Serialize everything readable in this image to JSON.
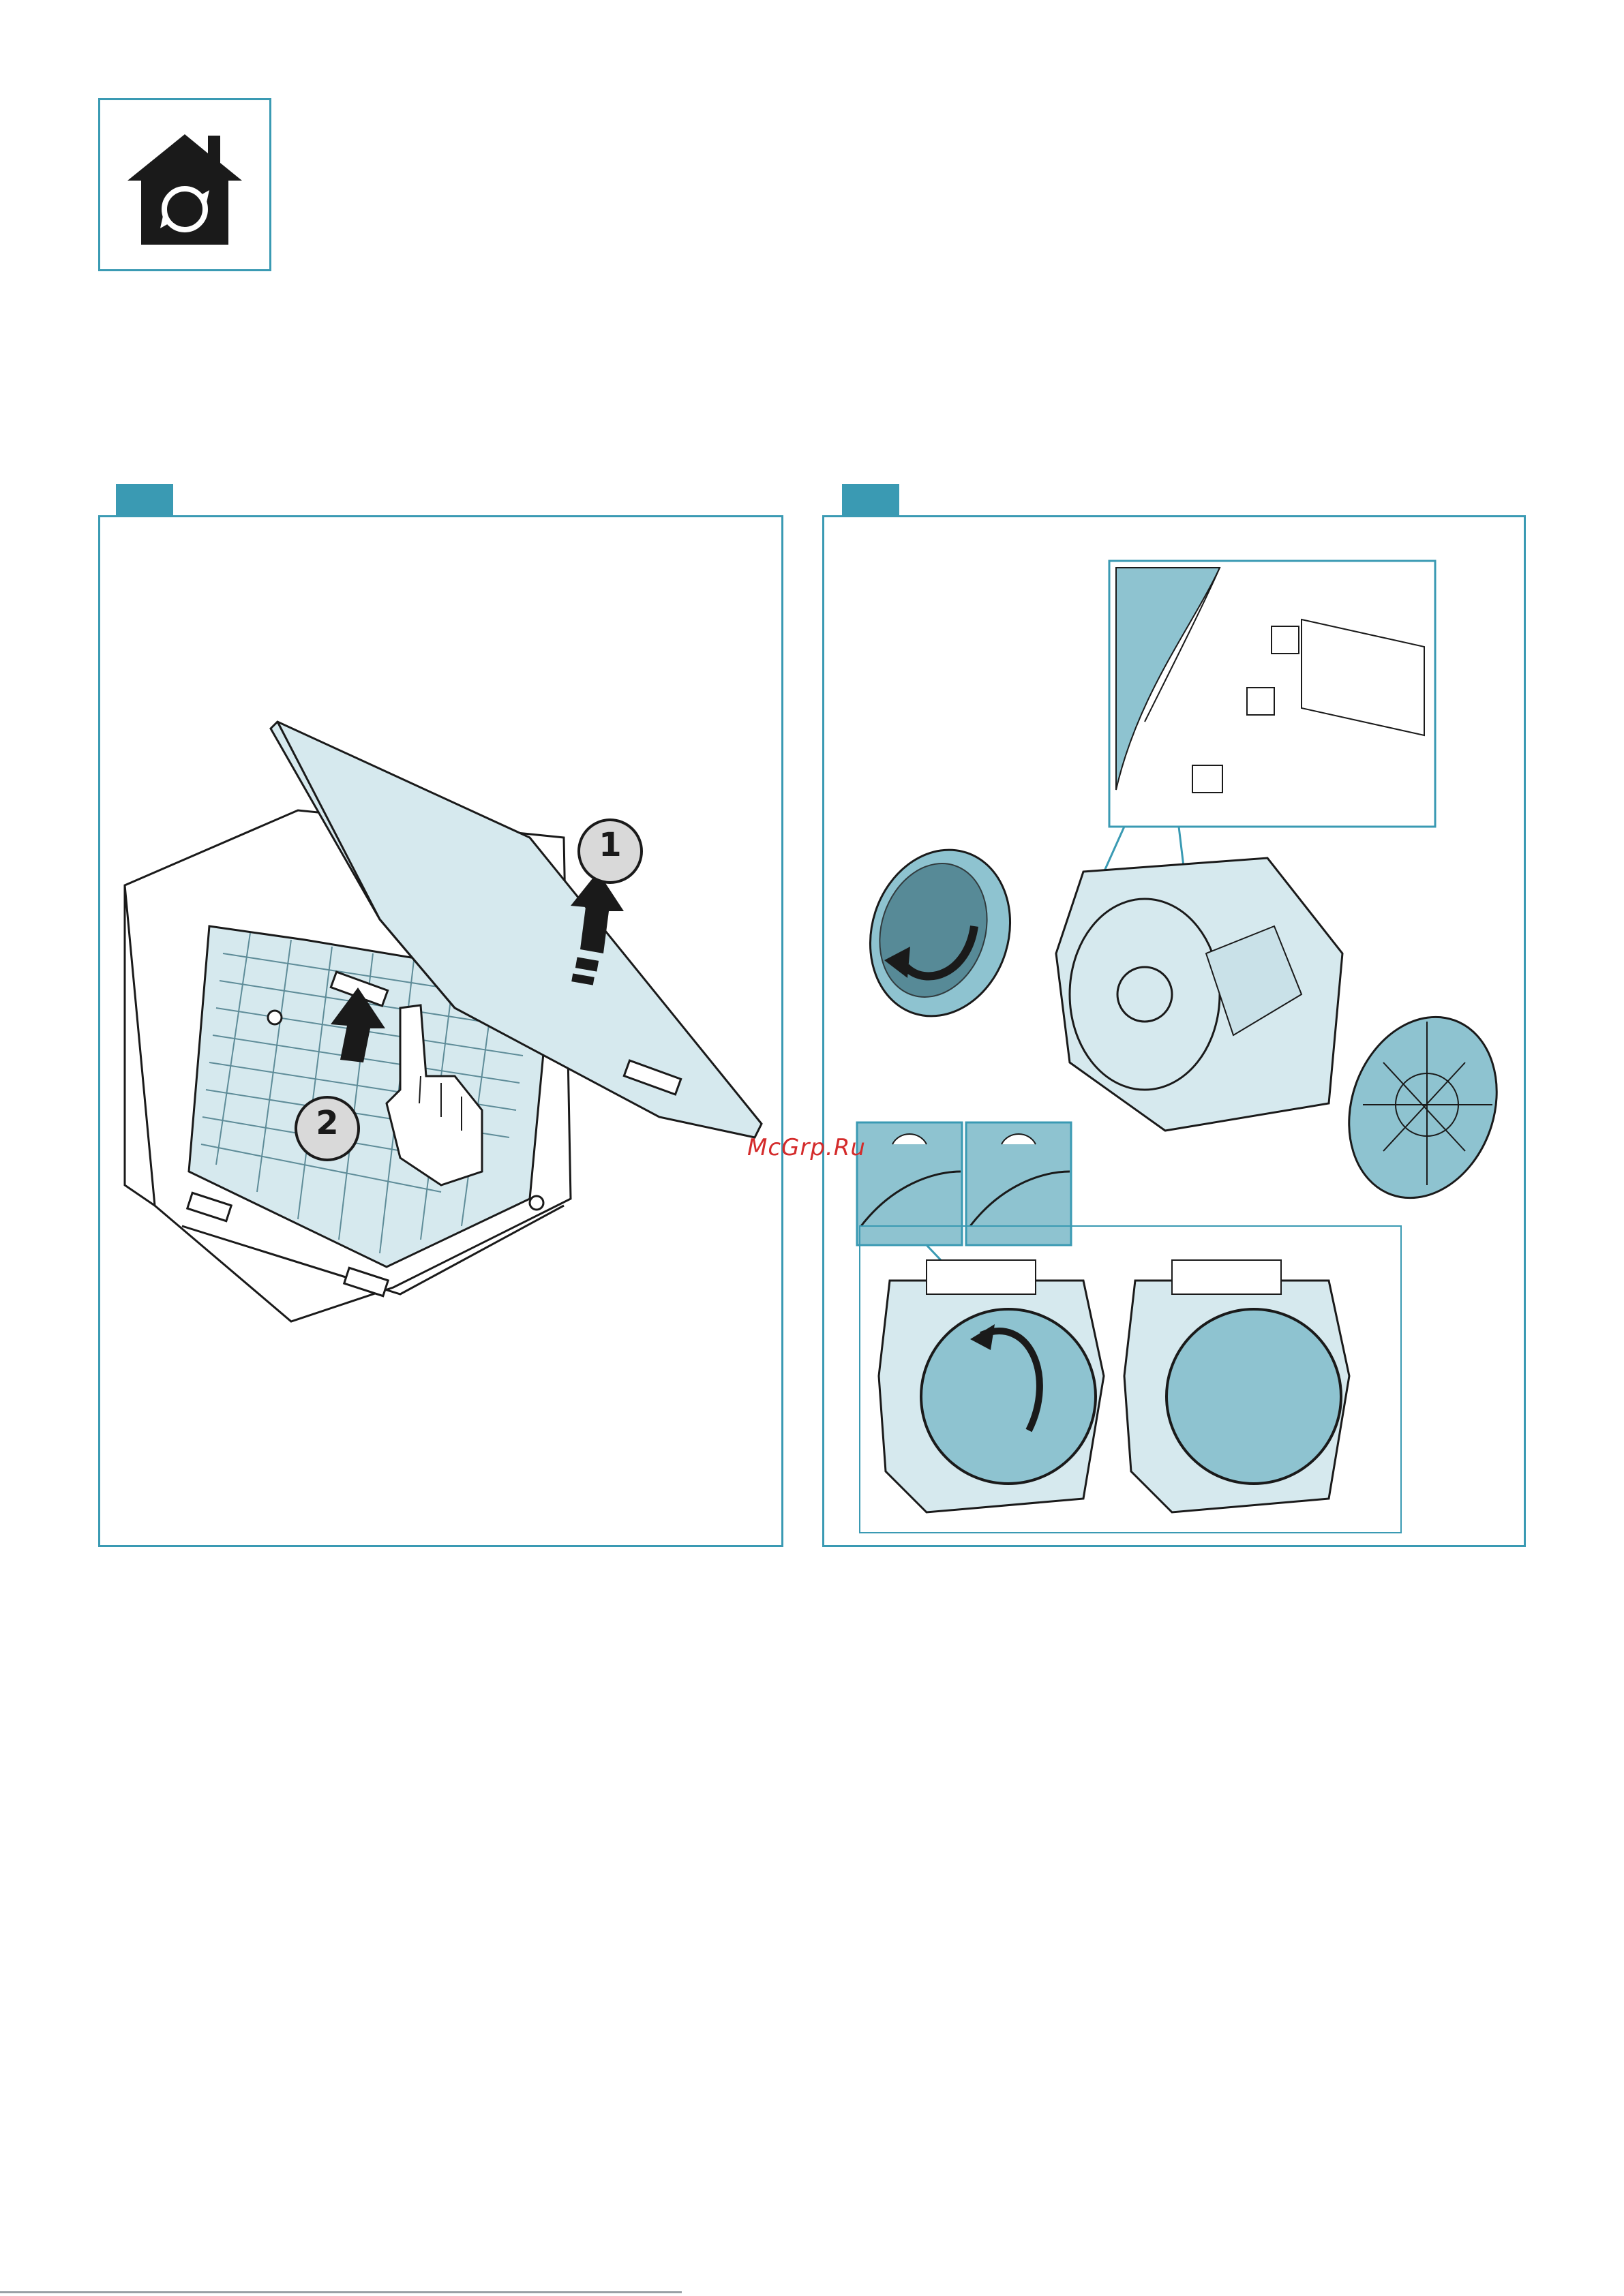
{
  "header": {
    "icon": "home-service-icon"
  },
  "panel_left": {
    "step_1_label": "1",
    "step_2_label": "2"
  },
  "watermark": {
    "text": "McGrp.Ru"
  },
  "colors": {
    "accent": "#3a9ab3",
    "part_light": "#d6e9ee",
    "part_mid": "#8ec3d0",
    "ink": "#1a1a1a",
    "watermark": "#d42b2b"
  }
}
